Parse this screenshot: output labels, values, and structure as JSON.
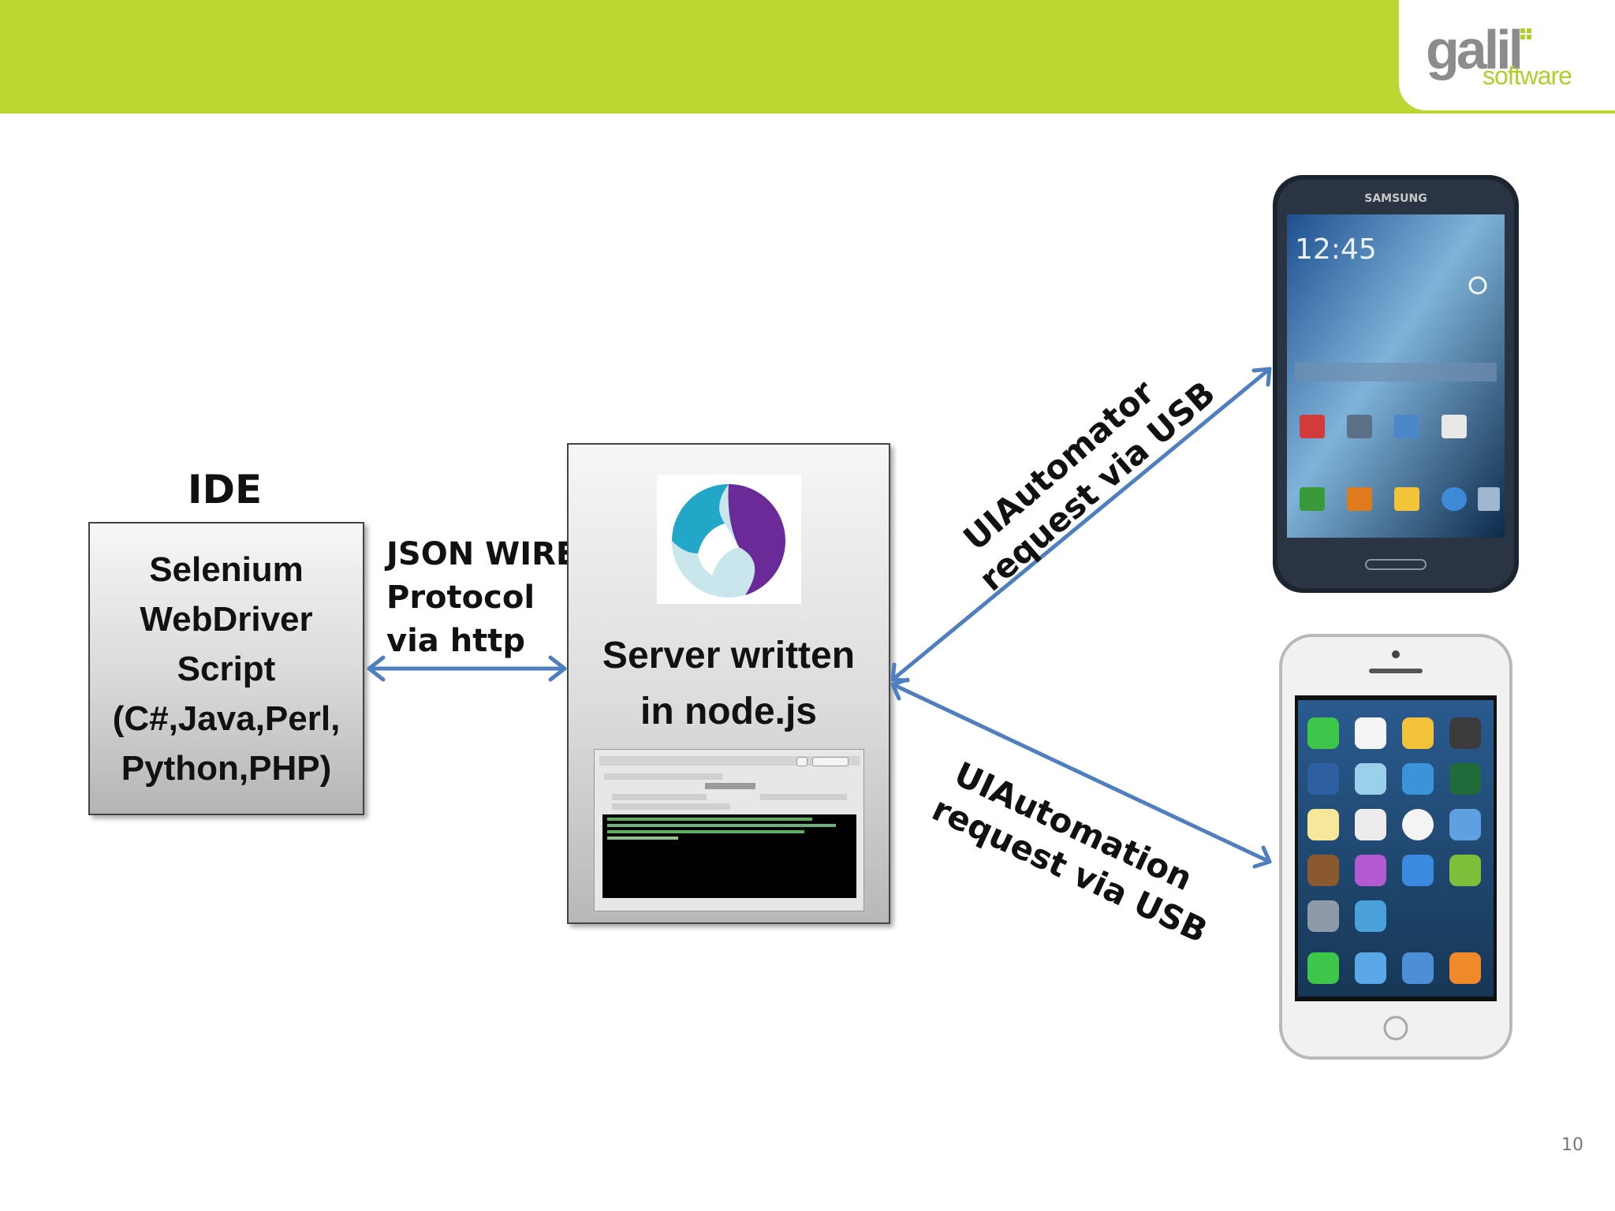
{
  "header": {
    "logo_main": "galil",
    "logo_sub": "software"
  },
  "ide": {
    "title": "IDE",
    "lines": [
      "Selenium",
      "WebDriver",
      "Script",
      "(C#,Java,Perl,",
      "Python,PHP)"
    ]
  },
  "protocol": {
    "lines": [
      "JSON WIRE",
      "Protocol",
      "via http"
    ]
  },
  "server": {
    "lines": [
      "Server written",
      "in node.js"
    ]
  },
  "android": {
    "label_lines": [
      "UIAutomator",
      "request via USB"
    ],
    "brand": "SAMSUNG",
    "time": "12:45"
  },
  "ios": {
    "label_lines": [
      "UIAutomation",
      "request via USB"
    ]
  },
  "colors": {
    "header": "#bdd631",
    "arrow": "#4f7fbf"
  },
  "page_number": "10"
}
